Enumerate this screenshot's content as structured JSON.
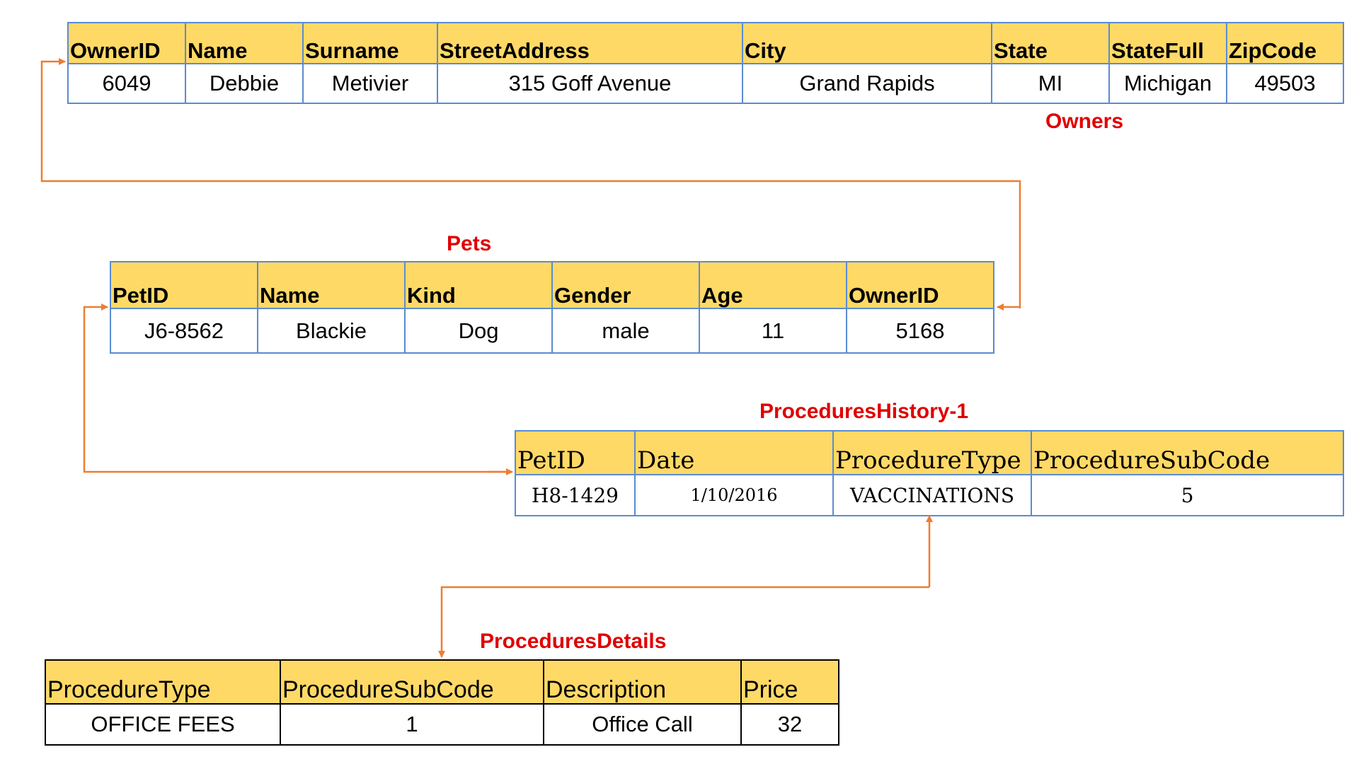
{
  "owners": {
    "title": "Owners",
    "columns": [
      "OwnerID",
      "Name",
      "Surname",
      "StreetAddress",
      "City",
      "State",
      "StateFull",
      "ZipCode"
    ],
    "row": [
      "6049",
      "Debbie",
      "Metivier",
      "315 Goff Avenue",
      "Grand Rapids",
      "MI",
      "Michigan",
      "49503"
    ]
  },
  "pets": {
    "title": "Pets",
    "columns": [
      "PetID",
      "Name",
      "Kind",
      "Gender",
      "Age",
      "OwnerID"
    ],
    "row": [
      "J6-8562",
      "Blackie",
      "Dog",
      "male",
      "11",
      "5168"
    ]
  },
  "procedures_history": {
    "title": "ProceduresHistory-1",
    "columns": [
      "PetID",
      "Date",
      "ProcedureType",
      "ProcedureSubCode"
    ],
    "row": [
      "H8-1429",
      "1/10/2016",
      "VACCINATIONS",
      "5"
    ]
  },
  "procedures_details": {
    "title": "ProceduresDetails",
    "columns": [
      "ProcedureType",
      "ProcedureSubCode",
      "Description",
      "Price"
    ],
    "row": [
      "OFFICE FEES",
      "1",
      "Office Call",
      "32"
    ]
  },
  "colors": {
    "header_fill": "#ffd966",
    "blue_border": "#5b8bd0",
    "connector": "#ed7d31",
    "title_red": "#e00000"
  }
}
